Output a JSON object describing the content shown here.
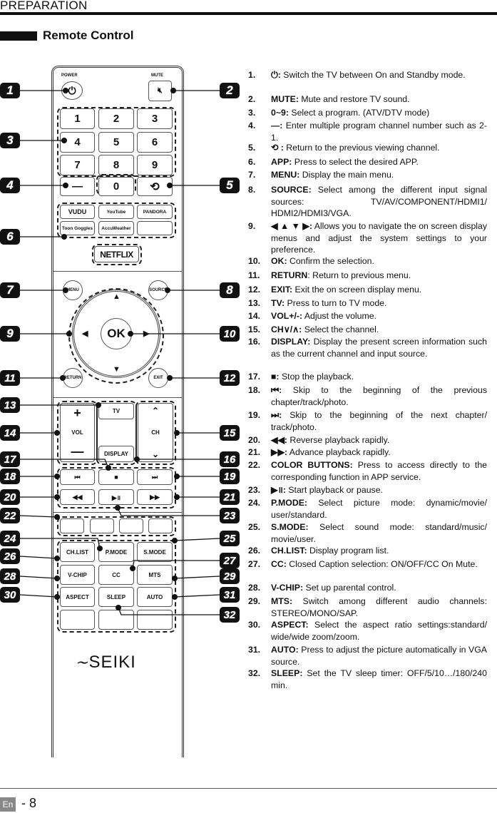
{
  "header": {
    "section": "PREPARATION",
    "title": "Remote Control"
  },
  "remote": {
    "power_label": "POWER",
    "mute_label": "MUTE",
    "digits": [
      "1",
      "2",
      "3",
      "4",
      "5",
      "6",
      "7",
      "8",
      "9"
    ],
    "dash_key": "—",
    "zero_key": "0",
    "apps": [
      "VUDU",
      "YouTube",
      "PANDORA",
      "Toon Goggles",
      "AccuWeather",
      ""
    ],
    "netflix": "NETFLIX",
    "menu": "MENU",
    "source": "SOURCE",
    "ok": "OK",
    "return": "RETURN",
    "exit": "EXIT",
    "vol": "VOL",
    "tv": "TV",
    "display": "DISPLAY",
    "ch": "CH",
    "media": [
      "⏮",
      "■",
      "⏭",
      "◀◀",
      "▶॥",
      "▶▶"
    ],
    "functions": [
      "CH.LIST",
      "P.MODE",
      "S.MODE",
      "V-CHIP",
      "CC",
      "MTS",
      "ASPECT",
      "SLEEP",
      "AUTO",
      "",
      "",
      ""
    ],
    "brand": "SEIKI"
  },
  "callouts": [
    "1",
    "2",
    "3",
    "4",
    "5",
    "6",
    "7",
    "8",
    "9",
    "10",
    "11",
    "12",
    "13",
    "14",
    "15",
    "16",
    "17",
    "18",
    "19",
    "20",
    "21",
    "22",
    "23",
    "24",
    "25",
    "26",
    "27",
    "28",
    "29",
    "30",
    "31",
    "32"
  ],
  "items": [
    {
      "n": "1.",
      "k": "⏻:",
      "t": " Switch the TV between On and Standby mode."
    },
    {
      "n": "2.",
      "k": "MUTE:",
      "t": " Mute and restore TV sound."
    },
    {
      "n": "3.",
      "k": "0~9:",
      "t": " Select a program. (ATV/DTV mode)"
    },
    {
      "n": "4.",
      "k": "—:",
      "t": " Enter multiple program channel number such as 2-1."
    },
    {
      "n": "5.",
      "k": "⟲ :",
      "t": " Return to the previous viewing channel."
    },
    {
      "n": "6.",
      "k": "APP:",
      "t": " Press to select the desired APP."
    },
    {
      "n": "7.",
      "k": "MENU:",
      "t": " Display the main menu."
    },
    {
      "n": "8.",
      "k": "SOURCE:",
      "t": " Select among the different input signal sources: TV/AV/COMPONENT/HDMI1/ HDMI2/HDMI3/VGA."
    },
    {
      "n": "9.",
      "k": "◀ ▲ ▼ ▶:",
      "t": " Allows you to navigate the on screen display  menus and adjust the system settings to your  preference."
    },
    {
      "n": "10.",
      "k": "OK:",
      "t": " Confirm the selection."
    },
    {
      "n": "11.",
      "k": "RETURN",
      "t": ": Return to previous menu."
    },
    {
      "n": "12.",
      "k": "EXIT:",
      "t": " Exit the on screen display menu."
    },
    {
      "n": "13.",
      "k": "TV:",
      "t": " Press to turn to TV mode."
    },
    {
      "n": "14.",
      "k": "VOL+/-:",
      "t": " Adjust the volume."
    },
    {
      "n": "15.",
      "k": "CH∨/∧:",
      "t": " Select the channel."
    },
    {
      "n": "16.",
      "k": "DISPLAY:",
      "t": " Display the present screen information such as the current channel and input source."
    },
    {
      "n": "17.",
      "k": "■:",
      "t": " Stop the playback."
    },
    {
      "n": "18.",
      "k": "⏮:",
      "t": " Skip to the beginning of the previous chapter/track/photo."
    },
    {
      "n": "19.",
      "k": "⏭:",
      "t": " Skip to the beginning of the next chapter/ track/photo."
    },
    {
      "n": "20.",
      "k": "◀◀:",
      "t": " Reverse playback rapidly."
    },
    {
      "n": "21.",
      "k": "▶▶:",
      "t": " Advance playback rapidly."
    },
    {
      "n": "22.",
      "k": "COLOR BUTTONS:",
      "t": " Press to access directly to the corresponding function in APP service."
    },
    {
      "n": "23.",
      "k": "▶॥:",
      "t": " Start playback or pause."
    },
    {
      "n": "24.",
      "k": "P.MODE:",
      "t": " Select picture mode: dynamic/movie/ user/standard."
    },
    {
      "n": "25.",
      "k": "S.MODE:",
      "t": " Select sound mode: standard/music/ movie/user."
    },
    {
      "n": "26.",
      "k": "CH.LIST:",
      "t": " Display program list."
    },
    {
      "n": "27.",
      "k": "CC:",
      "t": " Closed Caption selection: ON/OFF/CC On Mute."
    },
    {
      "n": "28.",
      "k": "V-CHIP:",
      "t": " Set up parental control."
    },
    {
      "n": "29.",
      "k": "MTS:",
      "t": " Switch among different audio channels: STEREO/MONO/SAP."
    },
    {
      "n": "30.",
      "k": "ASPECT:",
      "t": " Select the aspect ratio settings:standard/ wide/wide zoom/zoom."
    },
    {
      "n": "31.",
      "k": "AUTO:",
      "t": " Press to adjust the picture automatically in VGA source."
    },
    {
      "n": "32.",
      "k": "SLEEP:",
      "t": "  Set the TV sleep timer: OFF/5/10…/180/240 min."
    }
  ],
  "footer": {
    "lang": "En",
    "page": "- 8"
  }
}
